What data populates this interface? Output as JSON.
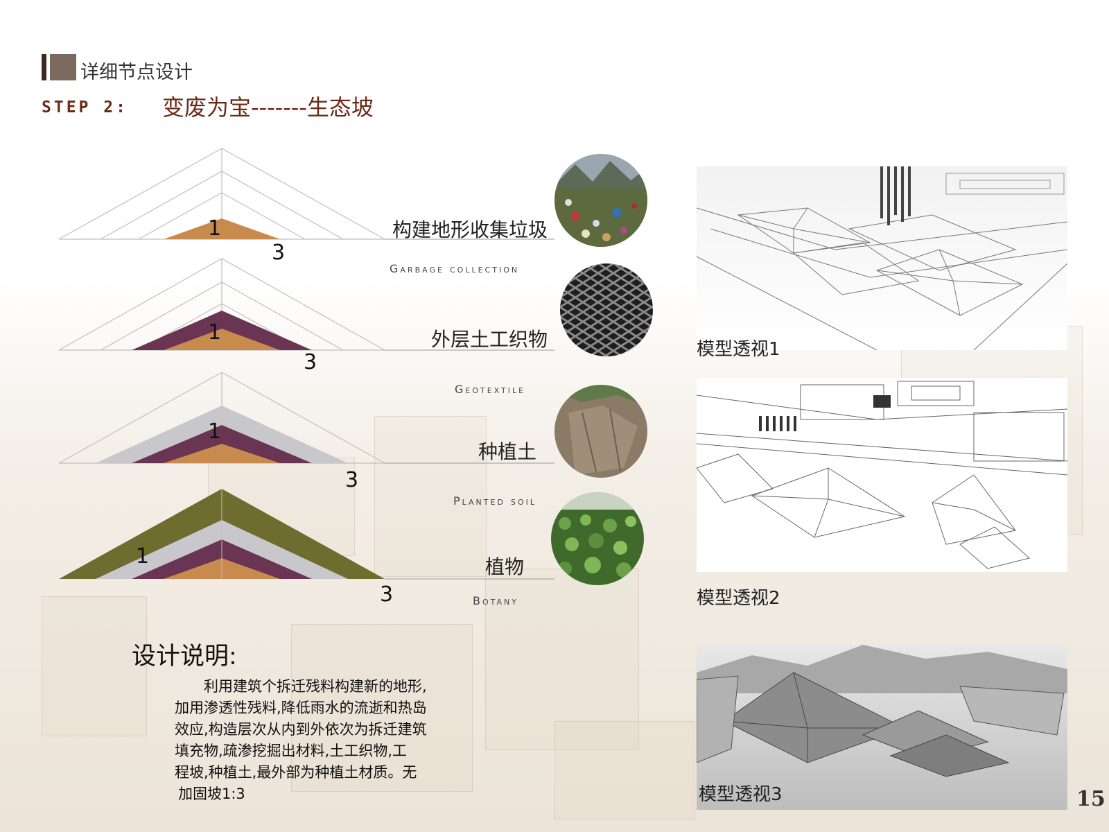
{
  "header": {
    "section_title": "详细节点设计",
    "step_label": "STEP 2:",
    "step_title": "变废为宝-------生态坡"
  },
  "layers": [
    {
      "cn": "构建地形收集垃圾",
      "en": "Garbage collection",
      "ratio_left": "1",
      "ratio_right": "3"
    },
    {
      "cn": "外层土工织物",
      "en": "Geotextile",
      "ratio_left": "1",
      "ratio_right": "3"
    },
    {
      "cn": "种植土",
      "en": "Planted soil",
      "ratio_left": "1",
      "ratio_right": "3"
    },
    {
      "cn": "植物",
      "en": "Botany",
      "ratio_left": "1",
      "ratio_right": "3"
    }
  ],
  "colors": {
    "fill_core": "#c98a4e",
    "geotextile": "#6a3552",
    "soil": "#c8c8cc",
    "botany": "#6e6c2e",
    "accent": "#6b2b17"
  },
  "photos": [
    "garbage-photo",
    "geotextile-mesh-photo",
    "soil-slope-photo",
    "tea-plants-photo"
  ],
  "perspectives": [
    {
      "caption": "模型透视1"
    },
    {
      "caption": "模型透视2"
    },
    {
      "caption": "模型透视3"
    }
  ],
  "description": {
    "title": "设计说明:",
    "line1": "利用建筑个拆迁残料构建新的地形,",
    "line2": "加用渗透性残料,降低雨水的流逝和热岛",
    "line3": "效应,构造层次从内到外依次为拆迁建筑",
    "line4": "填充物,疏渗挖掘出材料,土工织物,工",
    "line5": "程坡,种植土,最外部为种植土材质。无",
    "line6": "加固坡1:3"
  },
  "page_number": "15"
}
